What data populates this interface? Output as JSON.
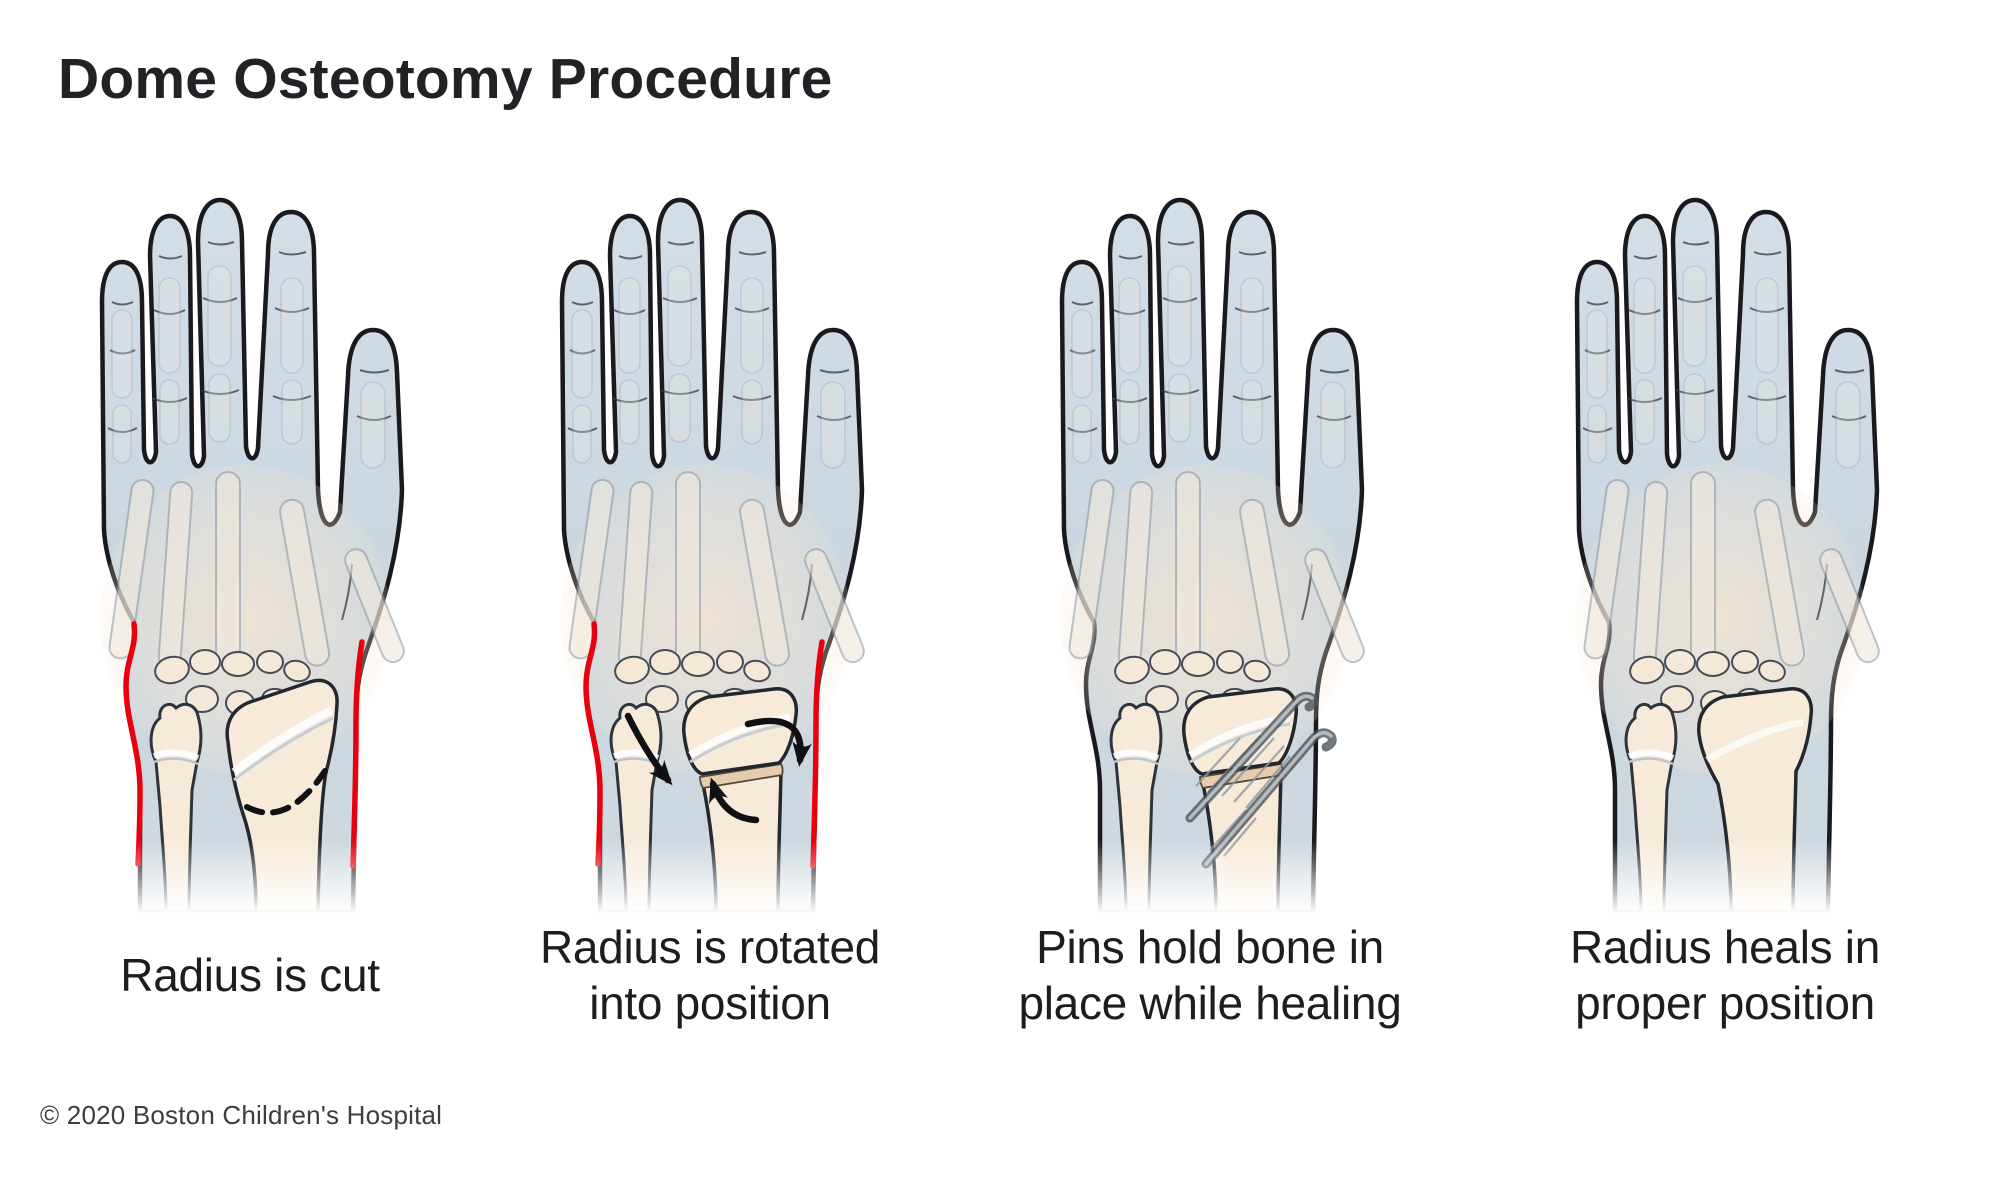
{
  "title": "Dome Osteotomy Procedure",
  "copyright_notice": "© 2020 Boston Children's Hospital",
  "panels": [
    {
      "id": "radius-is-cut",
      "caption_line1": "Radius is cut",
      "caption_line2": "",
      "visible_marks": [
        "red-incision-lines",
        "dashed-dome-cut-line"
      ]
    },
    {
      "id": "radius-is-rotated",
      "caption_line1": "Radius is rotated",
      "caption_line2": "into position",
      "visible_marks": [
        "red-incision-lines",
        "rotation-arrows",
        "osteotomy-gap"
      ]
    },
    {
      "id": "pins-hold-bone",
      "caption_line1": "Pins hold bone in",
      "caption_line2": "place while healing",
      "visible_marks": [
        "fixation-pins",
        "pin-hatching",
        "osteotomy-gap"
      ]
    },
    {
      "id": "radius-heals",
      "caption_line1": "Radius heals in",
      "caption_line2": "proper position",
      "visible_marks": []
    }
  ],
  "colors": {
    "background": "#ffffff",
    "skin_blue": "#ccd8e2",
    "bone_cream": "#f8ead9",
    "osteotomy_gap_tan": "#e6ccae",
    "outline_black": "#1a1a1e",
    "incision_red": "#e8000d",
    "pin_gray": "#4e545a",
    "text_dark": "#232126"
  }
}
